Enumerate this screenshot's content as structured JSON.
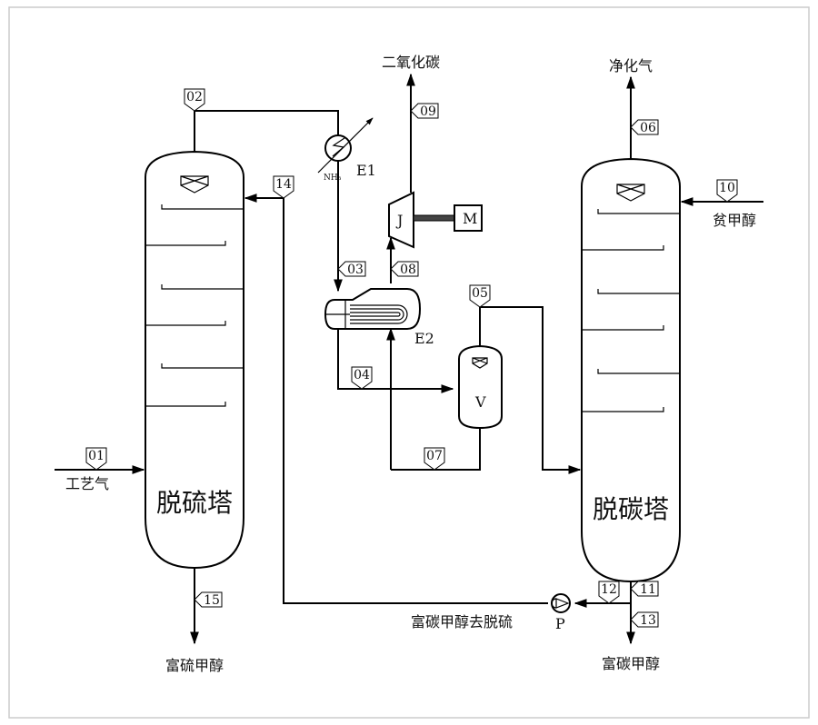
{
  "equipment": {
    "desulfurization_tower": "脱硫塔",
    "decarbonization_tower": "脱碳塔",
    "e1": "E1",
    "e2": "E2",
    "compressor": "J",
    "motor": "M",
    "flash_vessel": "V",
    "pump": "P",
    "refrigerant": "NH₃"
  },
  "labels": {
    "process_gas": "工艺气",
    "rich_sulfur_methanol": "富硫甲醇",
    "carbon_dioxide": "二氧化碳",
    "purified_gas": "净化气",
    "lean_methanol": "贫甲醇",
    "rich_carbon_methanol": "富碳甲醇",
    "rich_carbon_methanol_to_desulfurization": "富碳甲醇去脱硫"
  },
  "streams": [
    "01",
    "02",
    "03",
    "04",
    "05",
    "06",
    "07",
    "08",
    "09",
    "10",
    "11",
    "12",
    "13",
    "14",
    "15"
  ],
  "colors": {
    "line": "#000000",
    "frame": "#cccccc"
  }
}
